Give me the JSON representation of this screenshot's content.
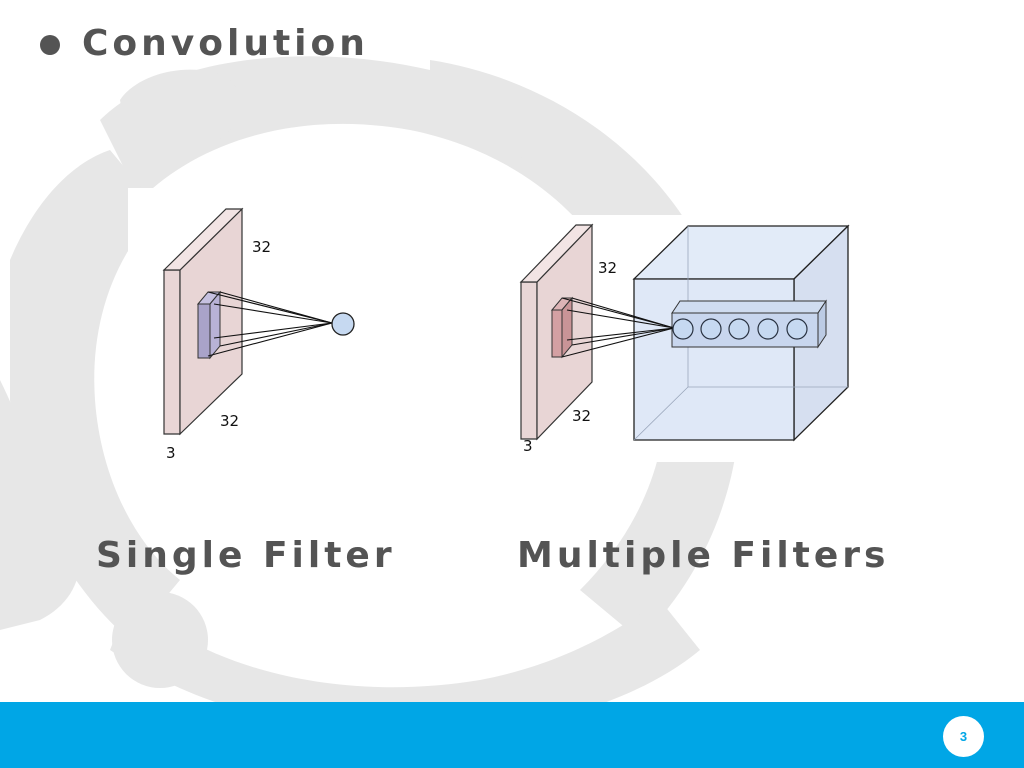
{
  "slide": {
    "title": "Convolution",
    "page_number": "3"
  },
  "figures": {
    "single": {
      "caption": "Single Filter",
      "labels": {
        "height": "32",
        "width": "32",
        "depth": "3"
      }
    },
    "multiple": {
      "caption": "Multiple Filters",
      "labels": {
        "height": "32",
        "width": "32",
        "depth": "3"
      }
    }
  },
  "icons": {
    "title_bullet": "bullet-dot-icon",
    "background": "circular-swirl-decoration"
  },
  "colors": {
    "title_text": "#545454",
    "footer_bar": "#00a6e6",
    "background_deco": "#e6e6e6",
    "input_volume": "#ead7d7",
    "filter_box": "#c9c3e0",
    "output_volume": "#dce6f7",
    "neuron": "#c6d9f1"
  }
}
